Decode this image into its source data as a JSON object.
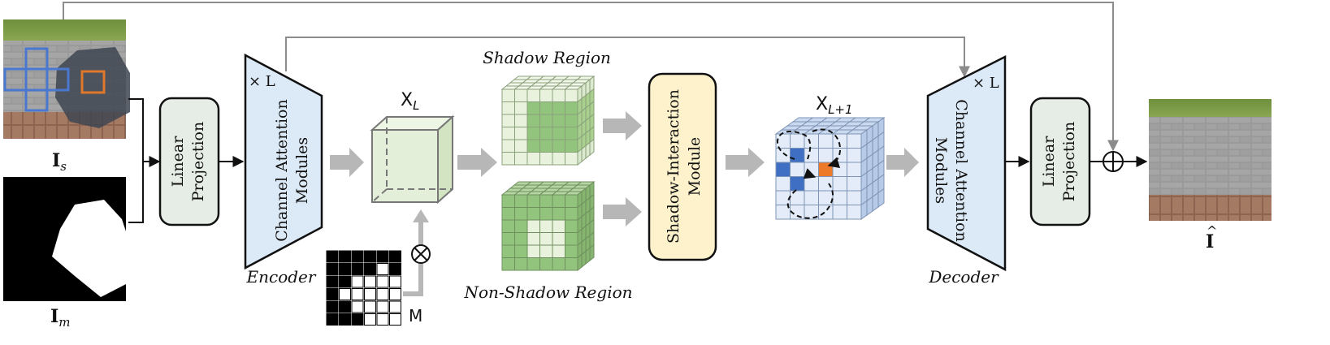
{
  "labels": {
    "input_image": "I",
    "input_image_sub": "s",
    "input_mask": "I",
    "input_mask_sub": "m",
    "linear_projection_in_1": "Linear",
    "linear_projection_in_2": "Projection",
    "encoder_repeat": "× L",
    "encoder_line1": "Channel Attention",
    "encoder_line2": "Modules",
    "encoder_caption": "Encoder",
    "feature_xl": "X",
    "feature_xl_sub": "L",
    "multiply_symbol": "⊗",
    "mask_label": "M",
    "shadow_region": "Shadow Region",
    "non_shadow_region": "Non-Shadow Region",
    "sim_line1": "Shadow-Interaction",
    "sim_line2": "Module",
    "feature_xl1": "X",
    "feature_xl1_sub": "L+1",
    "decoder_repeat": "× L",
    "decoder_line1": "Channel Attention",
    "decoder_line2": "Modules",
    "decoder_caption": "Decoder",
    "linear_projection_out_1": "Linear",
    "linear_projection_out_2": "Projection",
    "add_symbol": "⊕",
    "output_image": "I",
    "output_hat": "^"
  },
  "colors": {
    "trapezoid_fill": "#dce9f6",
    "projection_fill": "#e6ece6",
    "sim_fill": "#fdf2cc",
    "cube_fill": "#e4efd9",
    "green_dark": "#93c47d",
    "green_light": "#e8f2dd",
    "blue_cube": "#c9daf0",
    "highlight_blue": "#3f6fc2",
    "highlight_orange": "#ec7a2a",
    "arrow_gray": "#b7b7b7",
    "line_gray": "#8c8c8c"
  }
}
